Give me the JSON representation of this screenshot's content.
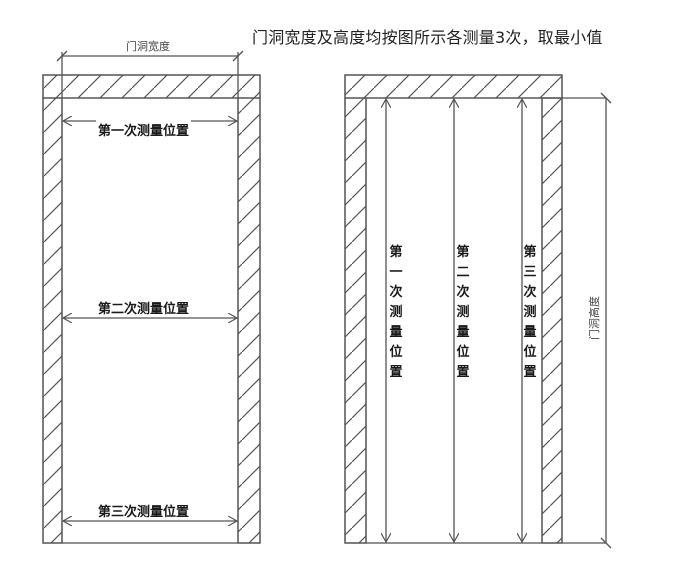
{
  "title": "门洞宽度及高度均按图所示各测量3次，取最小值",
  "left_diagram": {
    "dimension_label": "门洞宽度",
    "measurements": [
      {
        "label": "第一次测量位置"
      },
      {
        "label": "第二次测量位置"
      },
      {
        "label": "第三次测量位置"
      }
    ]
  },
  "right_diagram": {
    "dimension_label": "门洞高度",
    "measurements": [
      {
        "label": "第一次测量位置"
      },
      {
        "label": "第二次测量位置"
      },
      {
        "label": "第三次测量位置"
      }
    ]
  },
  "colors": {
    "line": "#555555",
    "text": "#1a1a1a"
  }
}
